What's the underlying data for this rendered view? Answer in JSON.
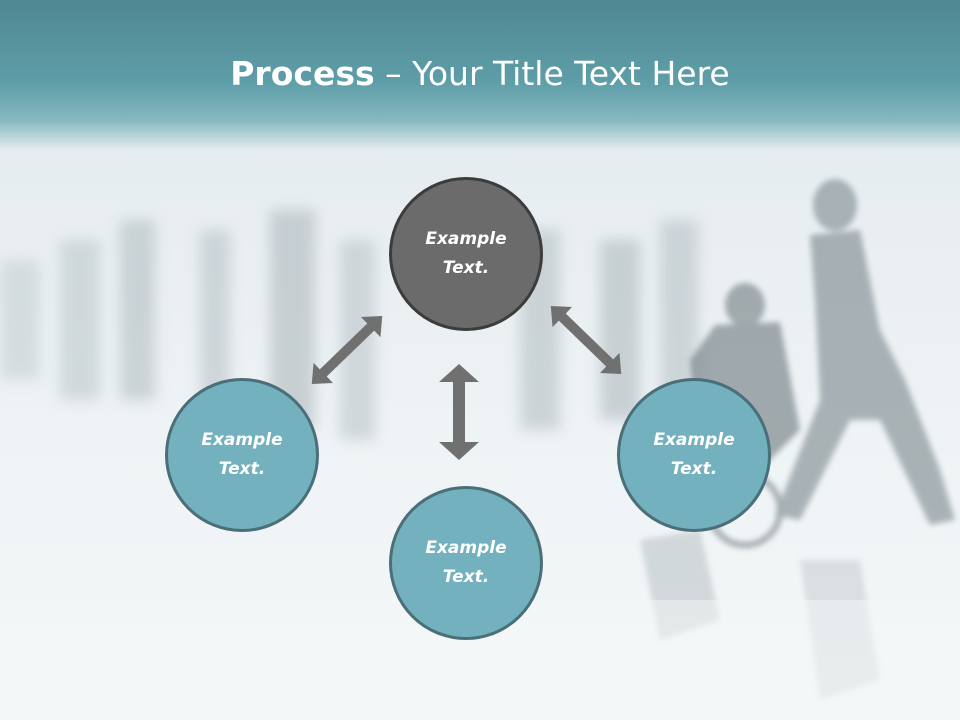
{
  "header": {
    "title_bold": "Process",
    "title_rest": " – Your Title Text Here"
  },
  "nodes": {
    "top": "Example Text.",
    "left": "Example Text.",
    "right": "Example Text.",
    "bottom": "Example Text."
  },
  "colors": {
    "header": "#5e9ea8",
    "teal_node": "#73b1bf",
    "dark_node": "#6b6b6b",
    "arrow": "#707070"
  }
}
